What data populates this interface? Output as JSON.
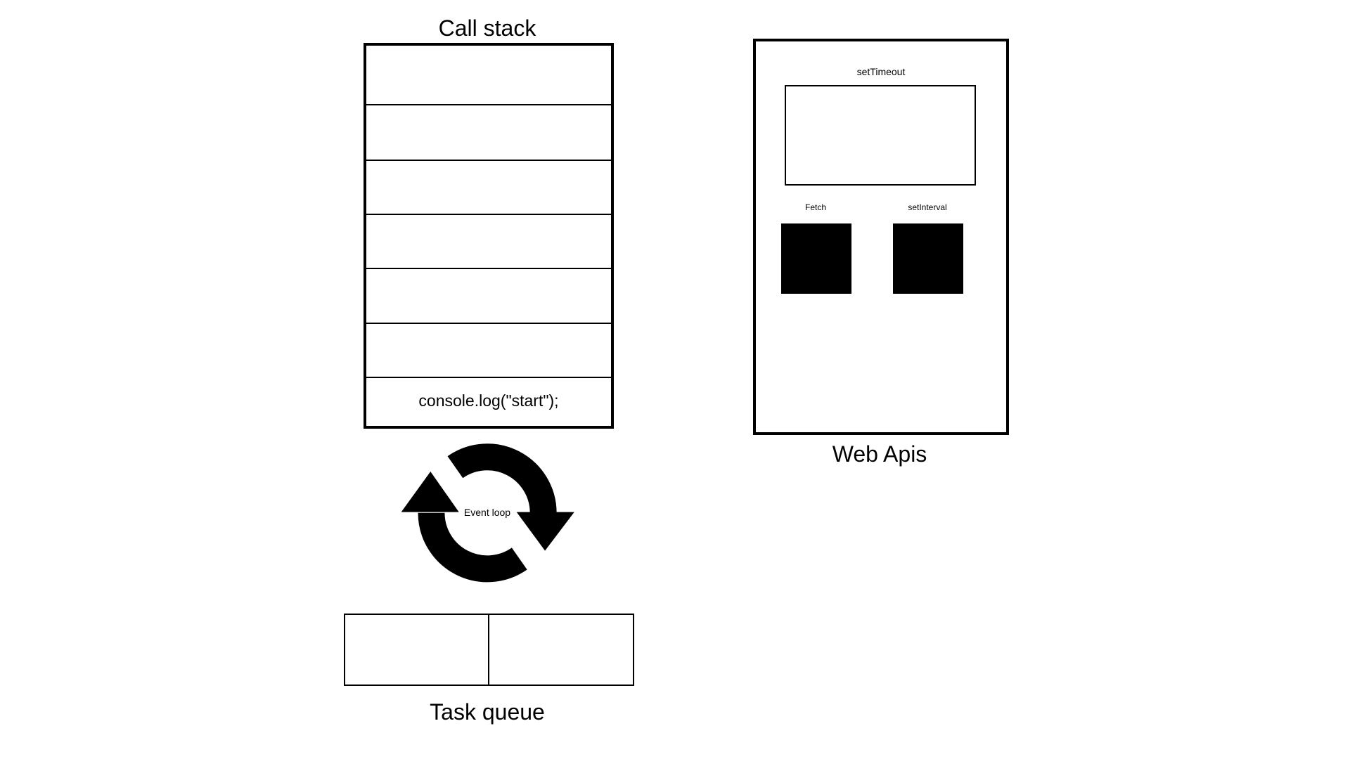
{
  "call_stack": {
    "title": "Call stack",
    "frames": [
      "",
      "",
      "",
      "",
      "",
      "",
      "console.log(\"start\");"
    ]
  },
  "web_apis": {
    "title": "Web Apis",
    "set_timeout_label": "setTimeout",
    "fetch_label": "Fetch",
    "set_interval_label": "setInterval"
  },
  "event_loop": {
    "label": "Event loop"
  },
  "task_queue": {
    "title": "Task queue",
    "slots": [
      "",
      ""
    ]
  }
}
